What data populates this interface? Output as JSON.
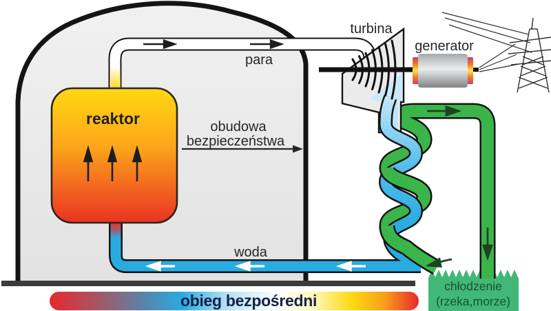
{
  "diagram": {
    "title_hint": "boiling water reactor direct cycle schematic",
    "labels": {
      "para": "para",
      "woda": "woda",
      "turbina": "turbina",
      "generator": "generator",
      "reaktor": "reaktor",
      "obudowa_line1": "obudowa",
      "obudowa_line2": "bezpieczeństwa",
      "chlodzenie_line1": "chłodzenie",
      "chlodzenie_line2": "(rzeka,morze)",
      "obieg": "obieg bezpośredni"
    },
    "colors": {
      "water_pipe": "#29abe2",
      "water_pipe_light": "#c8ebfa",
      "cooling_pipe": "#3bb54a",
      "cooling_box": "#41b877",
      "steam_pipe": "#ffffff",
      "reactor_top": "#ffd813",
      "reactor_mid": "#f4731f",
      "reactor_bottom": "#e93223",
      "containment_fill": "#e7e7e7",
      "outline_black": "#141414",
      "ground_bar": "#3b3b3b",
      "legend_text": "#15214b",
      "generator_ring": "#c43e80",
      "generator_glow": "#ffe159"
    }
  }
}
